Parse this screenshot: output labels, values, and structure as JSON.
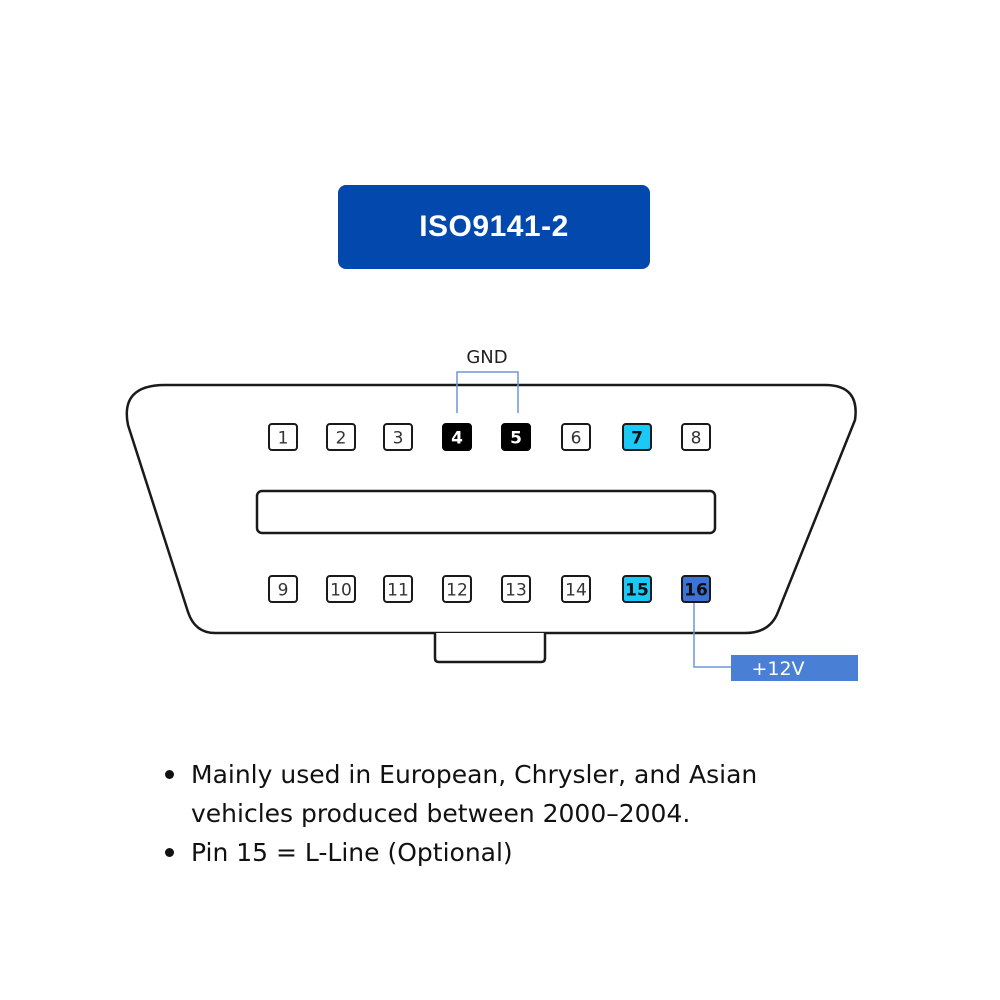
{
  "title": "ISO9141-2",
  "colors": {
    "title_bg": "#0349ad",
    "pin_black": "#000000",
    "pin_cyan": "#1cc8f5",
    "pin_blue": "#3d72d6",
    "label_blue": "#4a7fd6",
    "line_blue": "#6f96d8"
  },
  "connector": {
    "gnd_label": "GND",
    "power_label": "+12V",
    "top_row": [
      {
        "num": "1",
        "style": "normal"
      },
      {
        "num": "2",
        "style": "normal"
      },
      {
        "num": "3",
        "style": "normal"
      },
      {
        "num": "4",
        "style": "black"
      },
      {
        "num": "5",
        "style": "black"
      },
      {
        "num": "6",
        "style": "normal"
      },
      {
        "num": "7",
        "style": "cyan"
      },
      {
        "num": "8",
        "style": "normal"
      }
    ],
    "bottom_row": [
      {
        "num": "9",
        "style": "normal"
      },
      {
        "num": "10",
        "style": "normal"
      },
      {
        "num": "11",
        "style": "normal"
      },
      {
        "num": "12",
        "style": "normal"
      },
      {
        "num": "13",
        "style": "normal"
      },
      {
        "num": "14",
        "style": "normal"
      },
      {
        "num": "15",
        "style": "cyan"
      },
      {
        "num": "16",
        "style": "blue"
      }
    ]
  },
  "notes": [
    "Mainly used in European, Chrysler, and Asian vehicles produced between 2000–2004.",
    "Pin 15 = L-Line (Optional)"
  ]
}
